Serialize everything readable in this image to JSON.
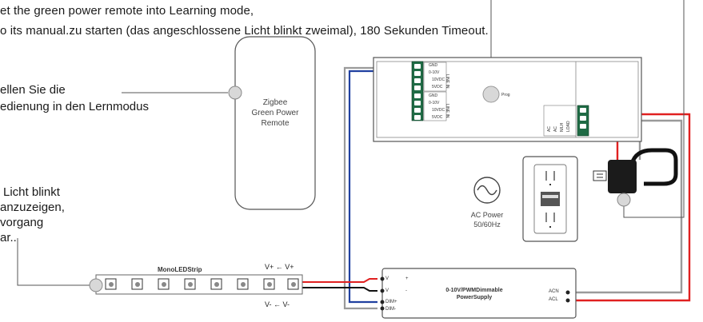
{
  "instructions": {
    "line1": "et the green power remote into Learning mode,",
    "line2": "o its manual.zu starten (das angeschlossene Licht blinkt zweimal), 180 Sekunden Timeout.",
    "step1_lines": [
      "ellen Sie die",
      "edienung in den Lernmodus"
    ],
    "step2_lines": [
      "Licht blinkt",
      "anzuzeigen,",
      "vorgang",
      "ar.."
    ]
  },
  "remote": {
    "label_lines": [
      "Zigbee",
      "Green Power",
      "Remote"
    ]
  },
  "controller": {
    "prog_label": "Prog",
    "left_terminals": [
      "GND",
      "0-10V",
      "10VDC",
      "5VDC",
      "GND",
      "0-10V",
      "10VDC",
      "5VDC"
    ],
    "left_side_labels": [
      "LINE IN",
      "LINE IN"
    ],
    "right_terminal_labels": [
      "AC",
      "AC",
      "N/LH",
      "LOAD"
    ]
  },
  "ac_power": {
    "label_lines": [
      "AC Power",
      "50/60Hz"
    ]
  },
  "led_strip": {
    "title": "MonoLEDStrip",
    "plus_label": "V+ ← V+",
    "minus_label": "V- ← V-"
  },
  "power_supply": {
    "title_lines": [
      "0-10V/PWMDimmable",
      "PowerSupply"
    ],
    "left_terminals": [
      "V",
      "V",
      "DIM+",
      "DIM-"
    ],
    "left_polarity": [
      "+",
      "-"
    ],
    "right_terminals": [
      "ACN",
      "ACL"
    ]
  },
  "colors": {
    "red_wire": "#e02020",
    "gray_wire": "#9a9a9a",
    "blue_wire": "#2040a0",
    "black_wire": "#111111",
    "terminal_green": "#1f6b45",
    "outline": "#555555"
  },
  "icons": [
    "prog-button-icon",
    "sine-wave-icon",
    "wall-outlet-icon",
    "power-plug-icon",
    "pointer-circle-icon"
  ]
}
